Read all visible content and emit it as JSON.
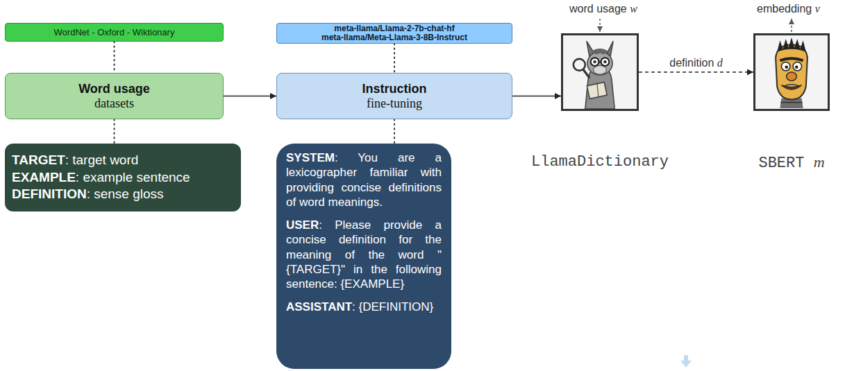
{
  "diagram": {
    "nodes": [
      {
        "text": [
          "WordNet - Oxford - Wiktionary"
        ]
      },
      {
        "text": [
          "Word usage",
          "datasets"
        ]
      },
      {
        "text": [
          "TARGET: target word",
          "EXAMPLE: example sentence",
          "DEFINITION: sense gloss"
        ]
      },
      {
        "text": [
          "meta-llama/Llama-2-7b-chat-hf",
          "meta-llama/Meta-Llama-3-8B-Instruct"
        ]
      },
      {
        "text": [
          "Instruction",
          "fine-tuning"
        ]
      },
      {
        "text": [
          "SYSTEM: You are a lexicographer familiar with providing concise definitions of word meanings.",
          "USER: Please provide a concise definition for the meaning of the word \"{TARGET}\" in the following sentence: {EXAMPLE}",
          "ASSISTANT: {DEFINITION}"
        ]
      },
      {
        "text": [
          "LlamaDictionary"
        ]
      },
      {
        "text": [
          "SBERT m"
        ]
      }
    ],
    "edges": [
      {
        "from": 0,
        "to": 1,
        "arrow": "none"
      },
      {
        "from": 1,
        "to": 2,
        "arrow": "none"
      },
      {
        "from": 3,
        "to": 4,
        "arrow": "none"
      },
      {
        "from": 4,
        "to": 5,
        "arrow": "none"
      },
      {
        "from": 1,
        "to": 4,
        "arrow": "to"
      },
      {
        "from": 4,
        "to": 6,
        "arrow": "to"
      },
      {
        "from": 6,
        "to": 7,
        "label": "definition d",
        "arrow": "to"
      }
    ],
    "labels": [
      "word usage w",
      "embedding v"
    ]
  }
}
